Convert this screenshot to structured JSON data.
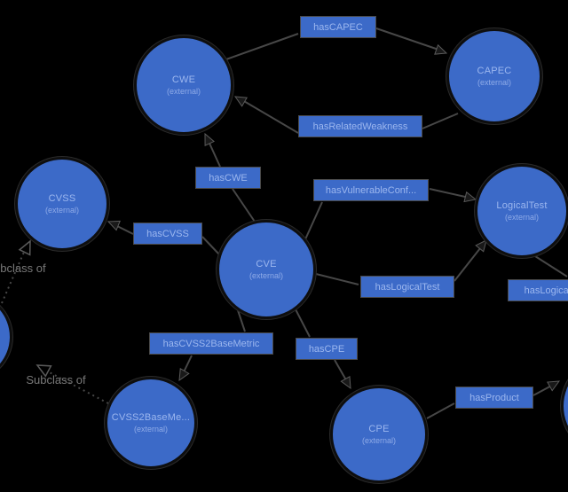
{
  "canvas": {
    "background_color": "#000000",
    "node_fill_color": "#3c6ac8",
    "node_border_color": "#0e0e0e",
    "node_text_color": "#9cb7ef",
    "edge_color": "#474747",
    "subclass_text_color": "#787878"
  },
  "graph": {
    "nodes": [
      {
        "name": "CWE",
        "annotation": "(external)"
      },
      {
        "name": "CAPEC",
        "annotation": "(external)"
      },
      {
        "name": "CVSS",
        "annotation": "(external)"
      },
      {
        "name": "CVE",
        "annotation": "(external)"
      },
      {
        "name": "LogicalTest",
        "annotation": "(external)"
      },
      {
        "name": "CVSS2BaseMe...",
        "annotation": "(external)"
      },
      {
        "name": "CPE",
        "annotation": "(external)"
      },
      {
        "name": "",
        "annotation": ""
      },
      {
        "name": "",
        "annotation": ""
      }
    ],
    "edge_labels": [
      {
        "label": "hasCAPEC"
      },
      {
        "label": "hasRelatedWeakness"
      },
      {
        "label": "hasCWE"
      },
      {
        "label": "hasCVSS"
      },
      {
        "label": "hasVulnerableConf..."
      },
      {
        "label": "hasLogicalTest"
      },
      {
        "label": "hasLogicalTest"
      },
      {
        "label": "hasCVSS2BaseMetric"
      },
      {
        "label": "hasCPE"
      },
      {
        "label": "hasProduct"
      }
    ],
    "subclass_labels": [
      {
        "label": "Subclass of"
      },
      {
        "label": "Subclass of"
      }
    ]
  }
}
